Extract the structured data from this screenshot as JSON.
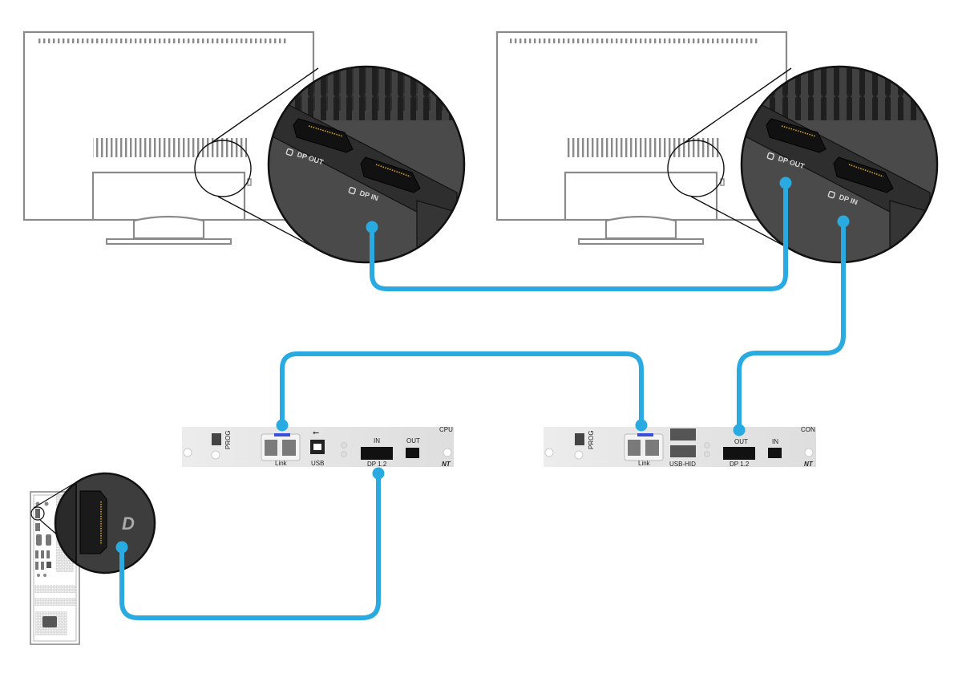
{
  "colors": {
    "cable": "#29abe2",
    "outline": "#8a8a8a",
    "zoom_dark": "#3d3d3d",
    "module_face": "#e6e6e6"
  },
  "monitors": [
    {
      "name": "monitor-1",
      "zoom_labels": {
        "dp_out": "DP OUT",
        "dp_in": "DP IN"
      }
    },
    {
      "name": "monitor-2",
      "zoom_labels": {
        "dp_out": "DP OUT",
        "dp_in": "DP IN"
      }
    }
  ],
  "cpu_module": {
    "type_label": "CPU",
    "prog_label": "PROG",
    "link_label": "Link",
    "usb_label": "USB",
    "dp_in_label": "IN",
    "dp_out_label": "OUT",
    "dp_version_label": "DP 1.2",
    "series_label": "NT"
  },
  "con_module": {
    "type_label": "CON",
    "prog_label": "PROG",
    "link_label": "Link",
    "usb_label": "USB-HID",
    "dp_out_label": "OUT",
    "dp_in_label": "IN",
    "dp_version_label": "DP 1.2",
    "series_label": "NT"
  },
  "computer": {
    "zoom_icon": "displayport-icon"
  },
  "connections": [
    {
      "from": "computer.displayport",
      "to": "cpu_module.dp_in"
    },
    {
      "from": "cpu_module.link",
      "to": "con_module.link"
    },
    {
      "from": "con_module.dp_out",
      "to": "monitor-2.dp_in"
    },
    {
      "from": "monitor-2.dp_out",
      "to": "monitor-1.dp_in"
    }
  ]
}
